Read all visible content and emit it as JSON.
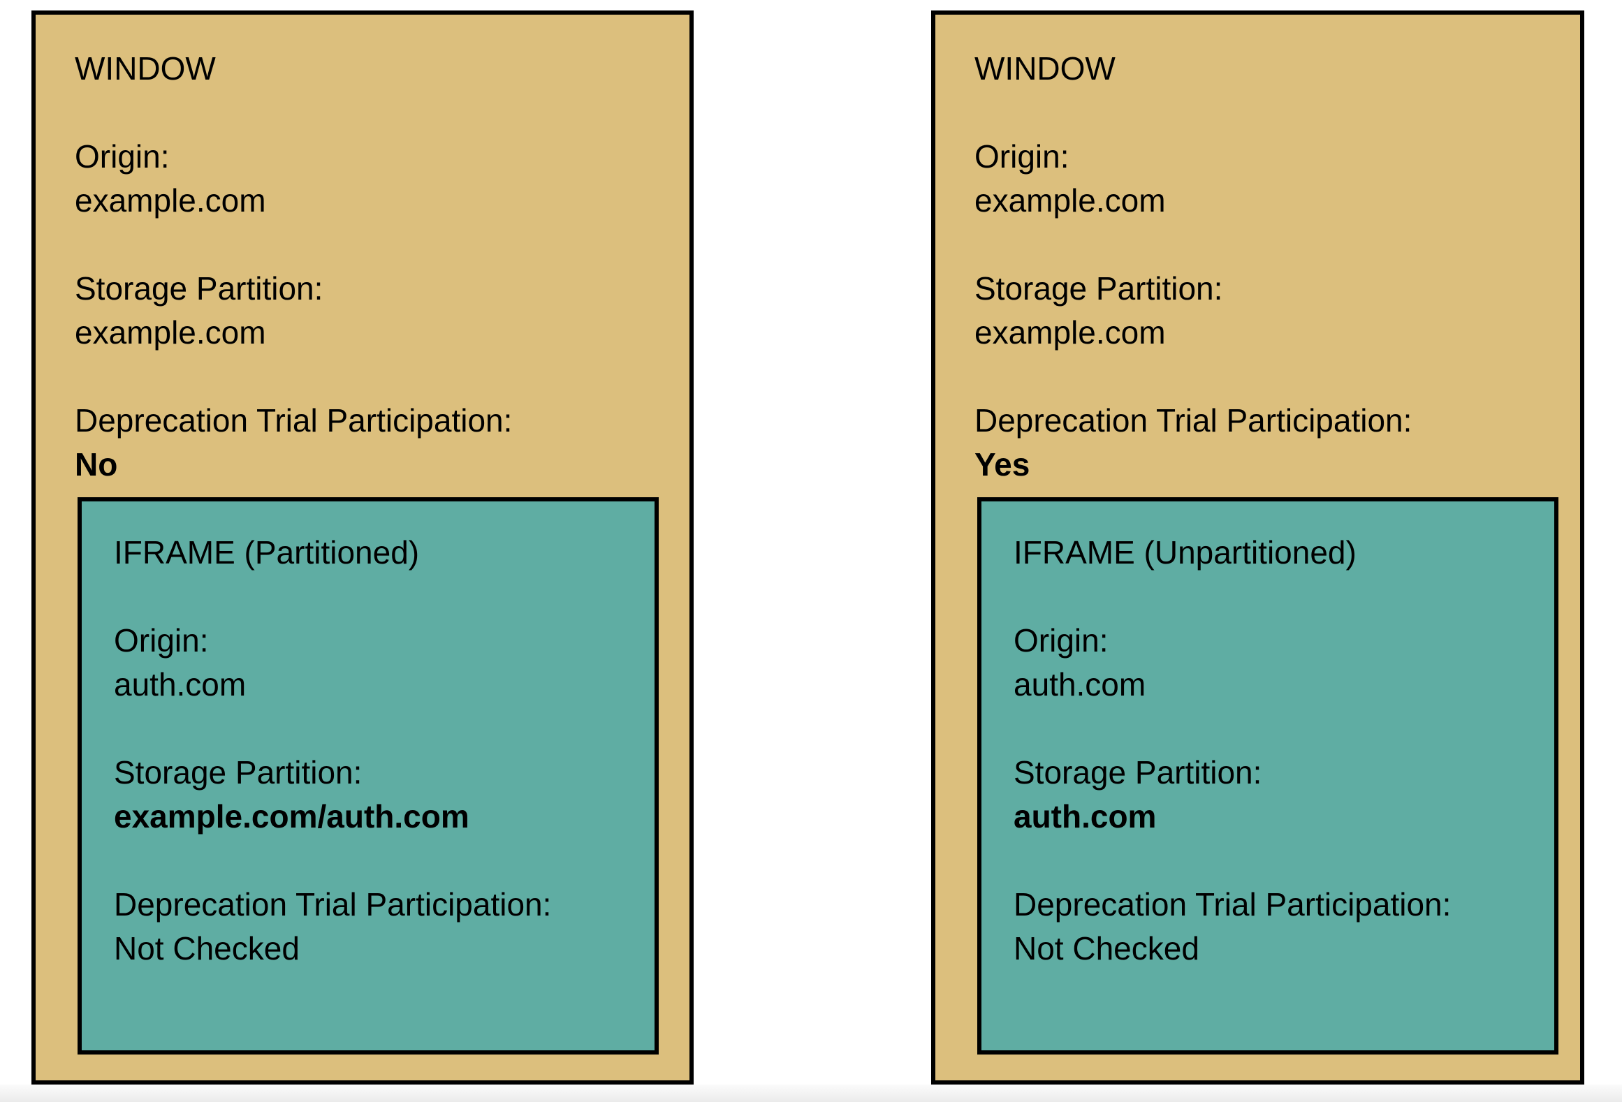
{
  "colors": {
    "window_bg": "#dcbf7d",
    "iframe_bg": "#5fada3",
    "border": "#000000",
    "page_bg": "#ffffff"
  },
  "panels": [
    {
      "window_label": "WINDOW",
      "fields": [
        {
          "label": "Origin:",
          "value": "example.com"
        },
        {
          "label": "Storage Partition:",
          "value": "example.com"
        },
        {
          "label": "Deprecation Trial Participation:",
          "value": "No"
        }
      ],
      "iframe": {
        "title": "IFRAME (Partitioned)",
        "fields": [
          {
            "label": "Origin:",
            "value": "auth.com"
          },
          {
            "label": "Storage Partition:",
            "value": "example.com/auth.com"
          },
          {
            "label": "Deprecation Trial Participation:",
            "value": "Not Checked"
          }
        ]
      }
    },
    {
      "window_label": "WINDOW",
      "fields": [
        {
          "label": "Origin:",
          "value": "example.com"
        },
        {
          "label": "Storage Partition:",
          "value": "example.com"
        },
        {
          "label": "Deprecation Trial Participation:",
          "value": "Yes"
        }
      ],
      "iframe": {
        "title": "IFRAME (Unpartitioned)",
        "fields": [
          {
            "label": "Origin:",
            "value": "auth.com"
          },
          {
            "label": "Storage Partition:",
            "value": "auth.com"
          },
          {
            "label": "Deprecation Trial Participation:",
            "value": "Not Checked"
          }
        ]
      }
    }
  ]
}
